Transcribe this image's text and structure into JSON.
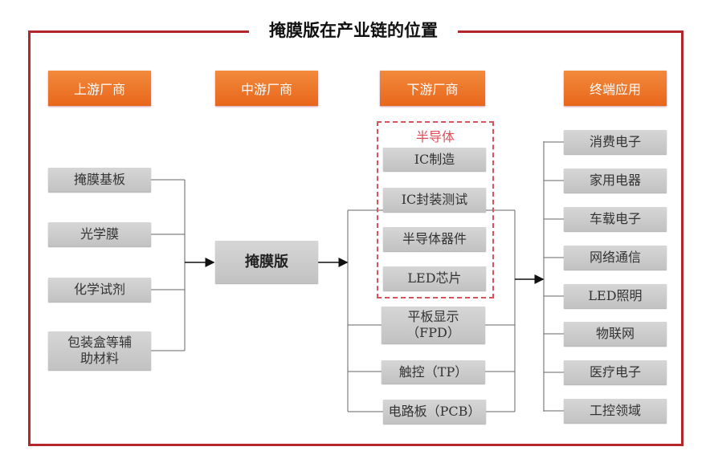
{
  "title": "掩膜版在产业链的位置",
  "headers": [
    "上游厂商",
    "中游厂商",
    "下游厂商",
    "终端应用"
  ],
  "upstream": [
    "掩膜基板",
    "光学膜",
    "化学试剂",
    "包装盒等辅助材料"
  ],
  "midstream": "掩膜版",
  "semiconductor_label": "半导体",
  "semiconductor": [
    "IC制造",
    "IC封装测试",
    "半导体器件",
    "LED芯片"
  ],
  "downstream_other": [
    "平板显示（FPD）",
    "触控（TP）",
    "电路板（PCB）"
  ],
  "applications": [
    "消费电子",
    "家用电器",
    "车载电子",
    "网络通信",
    "LED照明",
    "物联网",
    "医疗电子",
    "工控领域"
  ],
  "colors": {
    "frame": "#b5262b",
    "header": "#e8661c",
    "dashed": "#d9535a"
  }
}
